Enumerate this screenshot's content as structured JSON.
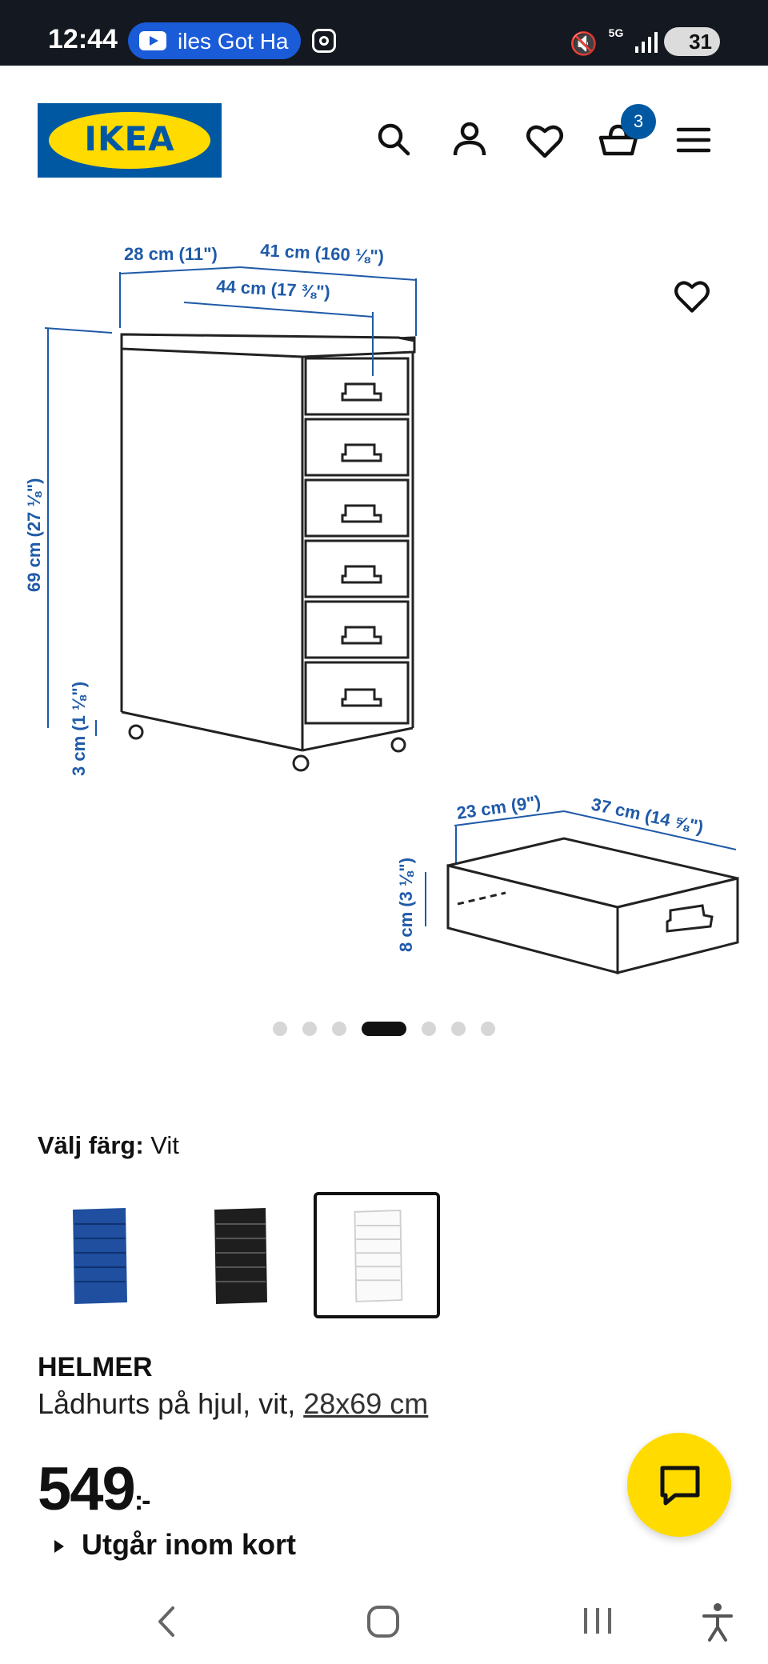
{
  "status_bar": {
    "time": "12:44",
    "notification_text": "iles Got Ha",
    "network": "5G",
    "battery": "31"
  },
  "header": {
    "logo_text": "IKEA",
    "cart_count": "3",
    "icons": [
      "search-icon",
      "user-icon",
      "heart-icon",
      "basket-icon",
      "menu-icon"
    ]
  },
  "diagram": {
    "depth": "28 cm (11\")",
    "drawer_depth": "41 cm (160 ⅛\")",
    "width": "44 cm (17 ⅜\")",
    "height": "69 cm (27 ⅛\")",
    "wheel_height": "3 cm (1 ⅛\")",
    "drawer_width": "23 cm (9\")",
    "drawer_length": "37 cm (14 ⅝\")",
    "drawer_height": "8 cm (3 ⅛\")"
  },
  "carousel": {
    "dot_count": 7,
    "active_index": 3
  },
  "colors": {
    "label": "Välj färg:",
    "selected_value": "Vit",
    "options": [
      "blue",
      "black",
      "white"
    ],
    "accent_blue": "#0058a3",
    "accent_yellow": "#ffdb00",
    "dimension_blue": "#1f5aa8"
  },
  "product": {
    "name": "HELMER",
    "description": "Lådhurts på hjul, vit,",
    "size_link": "28x69 cm",
    "price": "549",
    "price_suffix": ":-",
    "availability": "Utgår inom kort"
  }
}
